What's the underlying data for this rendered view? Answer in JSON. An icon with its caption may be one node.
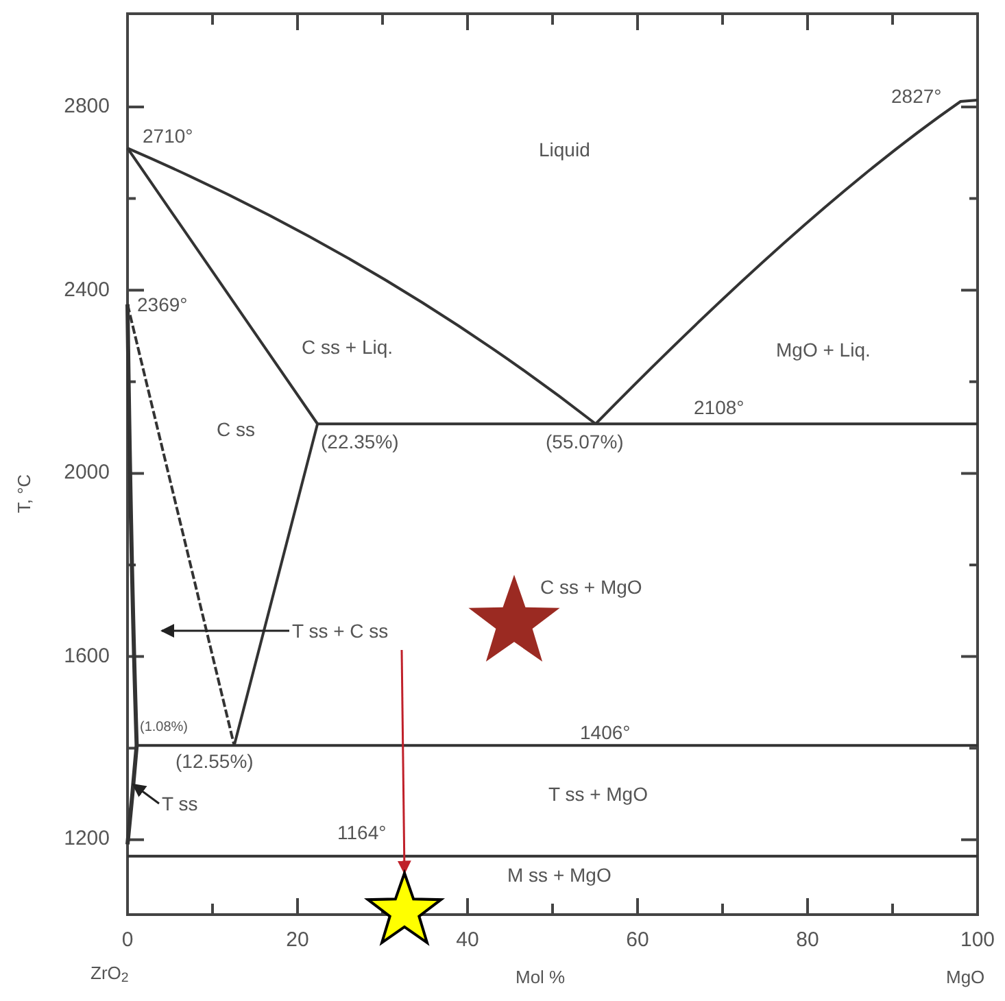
{
  "diagram": {
    "nodes": [
      {
        "text": [
          "T ss + C ss"
        ]
      },
      {
        "text": [
          "T ss"
        ]
      },
      {
        "text": [],
        "shape": "star"
      },
      {
        "text": [],
        "shape": "star"
      }
    ],
    "edges": [
      {
        "from": 0,
        "to": null,
        "arrow": "to"
      },
      {
        "from": 1,
        "to": null,
        "arrow": "to"
      },
      {
        "from": 0,
        "to": 3,
        "arrow": "to",
        "color": "#c0202a"
      }
    ],
    "labels": [
      "T, °C",
      "2710°",
      "2827°",
      "Liquid",
      "2369°",
      "C ss + Liq.",
      "MgO + Liq.",
      "C ss",
      "(22.35%)",
      "(55.07%)",
      "2108°",
      "C ss + MgO",
      "(1.08%)",
      "1406°",
      "(12.55%)",
      "T ss + MgO",
      "1164°",
      "M ss + MgO",
      "2800",
      "2400",
      "2000",
      "1600",
      "1200",
      "0",
      "20",
      "40",
      "60",
      "80",
      "100",
      "ZrO$_{2}$",
      "Mol %",
      "MgO"
    ]
  }
}
